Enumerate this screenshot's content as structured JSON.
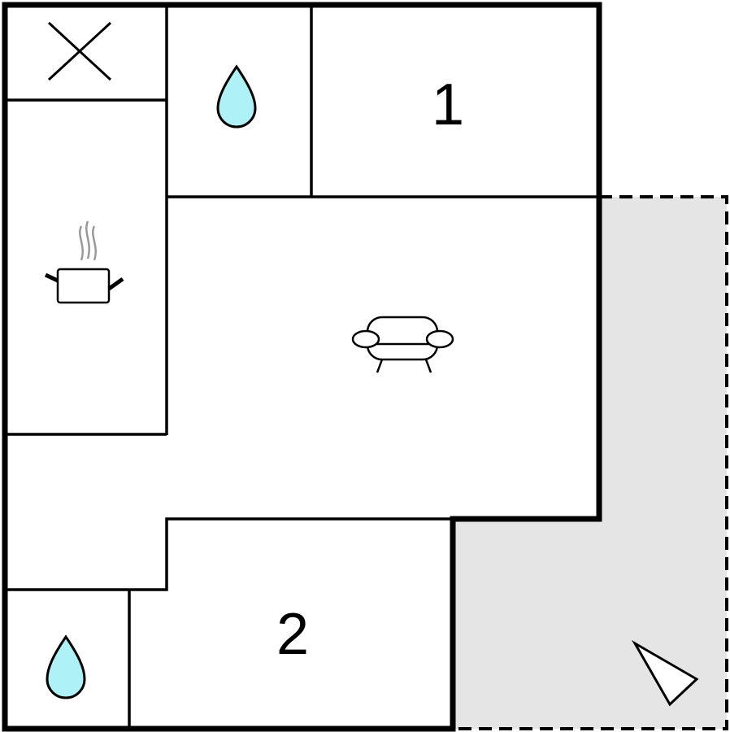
{
  "floor_plan": {
    "rooms": [
      {
        "id": "bedroom-1",
        "label": "1",
        "kind": "bedroom"
      },
      {
        "id": "bedroom-2",
        "label": "2",
        "kind": "bedroom"
      },
      {
        "id": "utility",
        "icon": "cross-icon"
      },
      {
        "id": "bathroom-1",
        "icon": "water-drop-icon"
      },
      {
        "id": "bathroom-2",
        "icon": "water-drop-icon"
      },
      {
        "id": "kitchen",
        "icon": "cooking-pot-icon"
      },
      {
        "id": "living-room",
        "icon": "sofa-icon"
      },
      {
        "id": "terrace",
        "icon": "north-arrow-icon",
        "style": "dashed-outline"
      }
    ],
    "colors": {
      "wall": "#000000",
      "water": "#aef1f7",
      "terrace": "#e5e5e5",
      "steam": "#999999",
      "background": "#ffffff"
    }
  }
}
